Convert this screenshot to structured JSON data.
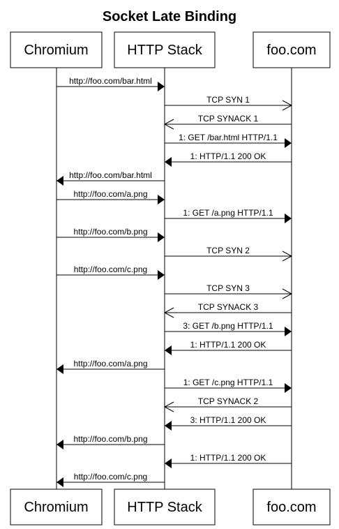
{
  "title": "Socket Late Binding",
  "participants": [
    {
      "id": "chromium",
      "label": "Chromium"
    },
    {
      "id": "http",
      "label": "HTTP Stack"
    },
    {
      "id": "foo",
      "label": "foo.com"
    }
  ],
  "messages": [
    {
      "from": "chromium",
      "to": "http",
      "label": "http://foo.com/bar.html",
      "arrow": "filled"
    },
    {
      "from": "http",
      "to": "foo",
      "label": "TCP SYN 1",
      "arrow": "open"
    },
    {
      "from": "foo",
      "to": "http",
      "label": "TCP SYNACK 1",
      "arrow": "open"
    },
    {
      "from": "http",
      "to": "foo",
      "label": "1: GET /bar.html HTTP/1.1",
      "arrow": "filled"
    },
    {
      "from": "foo",
      "to": "http",
      "label": "1: HTTP/1.1 200 OK",
      "arrow": "filled"
    },
    {
      "from": "http",
      "to": "chromium",
      "label": "http://foo.com/bar.html",
      "arrow": "filled"
    },
    {
      "from": "chromium",
      "to": "http",
      "label": "http://foo.com/a.png",
      "arrow": "filled"
    },
    {
      "from": "http",
      "to": "foo",
      "label": "1: GET /a.png HTTP/1.1",
      "arrow": "filled"
    },
    {
      "from": "chromium",
      "to": "http",
      "label": "http://foo.com/b.png",
      "arrow": "filled"
    },
    {
      "from": "http",
      "to": "foo",
      "label": "TCP SYN 2",
      "arrow": "open"
    },
    {
      "from": "chromium",
      "to": "http",
      "label": "http://foo.com/c.png",
      "arrow": "filled"
    },
    {
      "from": "http",
      "to": "foo",
      "label": "TCP SYN 3",
      "arrow": "open"
    },
    {
      "from": "foo",
      "to": "http",
      "label": "TCP SYNACK 3",
      "arrow": "open"
    },
    {
      "from": "http",
      "to": "foo",
      "label": "3: GET /b.png HTTP/1.1",
      "arrow": "filled"
    },
    {
      "from": "foo",
      "to": "http",
      "label": "1: HTTP/1.1 200 OK",
      "arrow": "filled"
    },
    {
      "from": "http",
      "to": "chromium",
      "label": "http://foo.com/a.png",
      "arrow": "filled"
    },
    {
      "from": "http",
      "to": "foo",
      "label": "1: GET /c.png HTTP/1.1",
      "arrow": "filled"
    },
    {
      "from": "foo",
      "to": "http",
      "label": "TCP SYNACK 2",
      "arrow": "open"
    },
    {
      "from": "foo",
      "to": "http",
      "label": "3: HTTP/1.1 200 OK",
      "arrow": "filled"
    },
    {
      "from": "http",
      "to": "chromium",
      "label": "http://foo.com/b.png",
      "arrow": "filled"
    },
    {
      "from": "foo",
      "to": "http",
      "label": "1: HTTP/1.1 200 OK",
      "arrow": "filled"
    },
    {
      "from": "http",
      "to": "chromium",
      "label": "http://foo.com/c.png",
      "arrow": "filled"
    }
  ],
  "colors": {
    "line": "#000000",
    "background": "#ffffff"
  }
}
